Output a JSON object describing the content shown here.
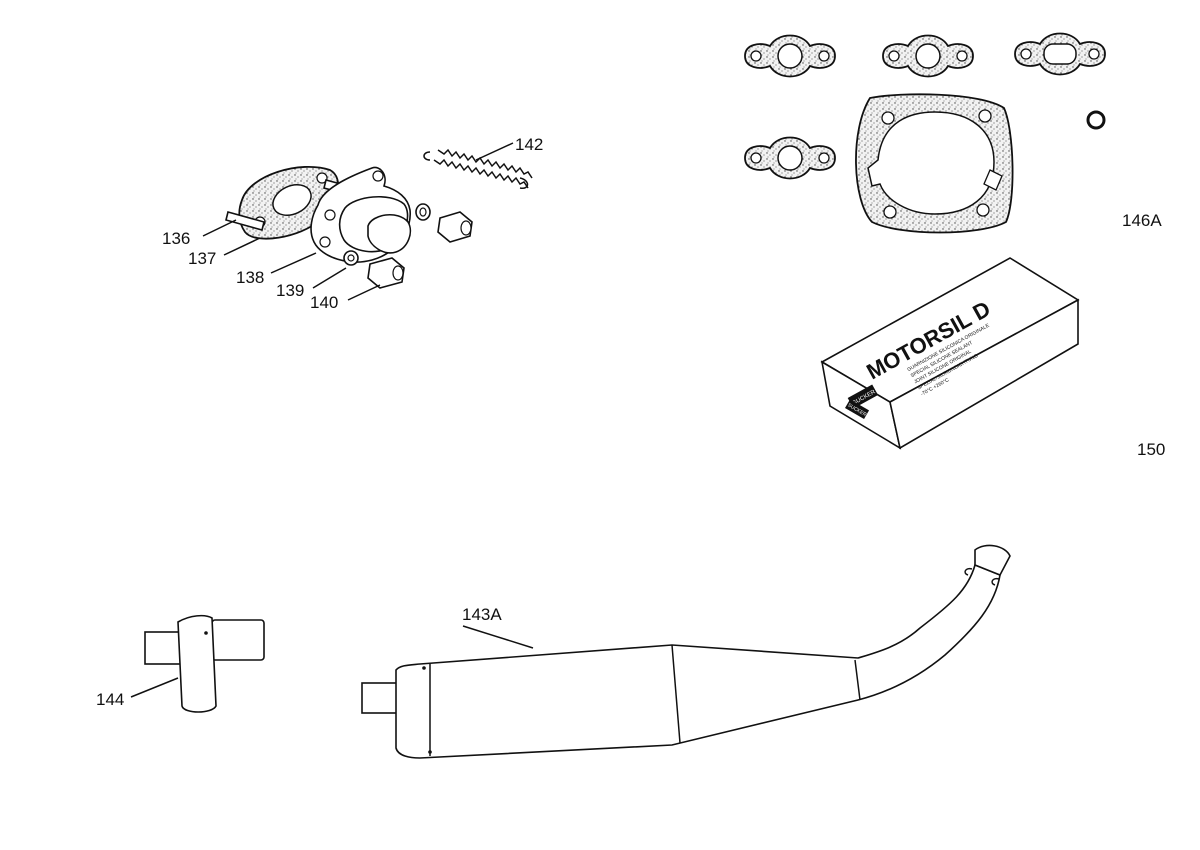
{
  "callouts": {
    "c136": "136",
    "c137": "137",
    "c138": "138",
    "c139": "139",
    "c140": "140",
    "c142": "142",
    "c143a": "143A",
    "c144": "144",
    "c146a": "146A",
    "c150": "150"
  },
  "box": {
    "brand": "MOTORSIL D",
    "lines": [
      "GUARNIZIONE SILICONICA ORIGINALE",
      "SPECIAL SILICONE SEALANT",
      "JOINT SILICONE ORIGINAL",
      "SPEZIAL-SILIKONDICHTUNG",
      "-70°C +260°C"
    ],
    "logo": "SUCKER",
    "logo2": "SUCKER"
  },
  "icons": {
    "intake": "intake-manifold-icon",
    "spring": "spring-icon",
    "muffler": "muffler-icon",
    "coupler": "rubber-coupler-icon",
    "gaskets": "gasket-set-icon",
    "sealant": "sealant-box-icon"
  }
}
